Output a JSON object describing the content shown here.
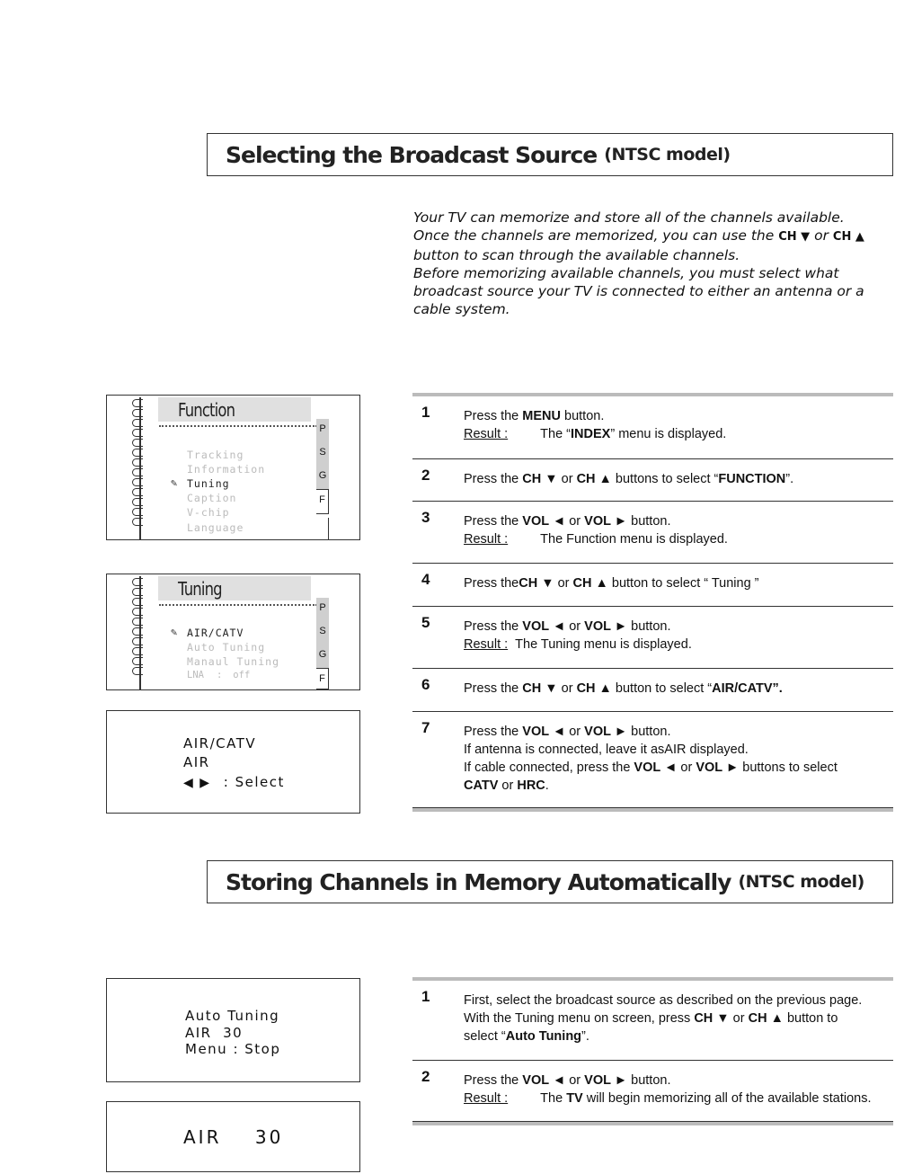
{
  "section1": {
    "title": "Selecting the Broadcast Source",
    "title_suffix": "(NTSC model)"
  },
  "intro": {
    "line1": "Your TV can memorize and store all of the channels available.",
    "line2a": "Once the channels are memorized, you can use the",
    "ch_down": "CH ▼",
    "or": "or",
    "ch_up": "CH ▲",
    "line3": "button to scan through the available channels.",
    "line4": "Before memorizing available channels, you must select what",
    "line5": "broadcast source your TV is connected to either an antenna or a",
    "line6": "cable system."
  },
  "steps1": [
    {
      "num": "1",
      "a": "Press the ",
      "b": "MENU",
      "c": " button.",
      "result_label": "Result :",
      "result_a": "The “",
      "result_b": "INDEX",
      "result_c": "” menu is displayed."
    },
    {
      "num": "2",
      "a": "Press the ",
      "b": "CH ▼",
      "c": " or ",
      "d": "CH ▲",
      "e": " buttons to select “",
      "f": "FUNCTION",
      "g": "”."
    },
    {
      "num": "3",
      "a": "Press the ",
      "b": "VOL ◄",
      "c": " or ",
      "d": "VOL ►",
      "e": " button.",
      "result_label": "Result :",
      "result_text": "The Function menu is displayed."
    },
    {
      "num": "4",
      "a": "Press the",
      "b": "CH ▼",
      "c": " or ",
      "d": "CH ▲",
      "e": " button to select “ Tuning ”"
    },
    {
      "num": "5",
      "a": "Press the ",
      "b": "VOL ◄",
      "c": " or ",
      "d": "VOL ►",
      "e": " button.",
      "result_label": "Result :",
      "result_text": "The Tuning menu is displayed."
    },
    {
      "num": "6",
      "a": "Press the ",
      "b": "CH ▼",
      "c": " or ",
      "d": "CH ▲",
      "e": " button to select “",
      "f": "AIR/CATV",
      "g": "”."
    },
    {
      "num": "7",
      "a": "Press the ",
      "b": "VOL ◄",
      "c": " or ",
      "d": "VOL ►",
      "e": " button.",
      "line2a": "If antenna is connected, leave it as",
      "line2b": "AIR displayed.",
      "line3a": "If cable connected, press the ",
      "line3b": "VOL ◄",
      "line3c": " or ",
      "line3d": "VOL ►",
      "line3e": " buttons to select",
      "line4a": "CATV",
      "line4b": " or ",
      "line4c": "HRC",
      "line4d": "."
    }
  ],
  "function_menu": {
    "header": "Function",
    "items": [
      "Tracking",
      "Information",
      "Tuning",
      "Caption",
      "V-chip",
      "Language"
    ],
    "tabs": [
      "P",
      "S",
      "G",
      "F"
    ]
  },
  "tuning_menu": {
    "header": "Tuning",
    "items": [
      "AIR/CATV",
      "Auto Tuning",
      "Manaul Tuning"
    ],
    "lna_label": "LNA",
    "lna_sep": ":",
    "lna_value": "off",
    "tabs": [
      "P",
      "S",
      "G",
      "F"
    ]
  },
  "aircatv_osd": {
    "line1": "AIR/CATV",
    "line2": "AIR",
    "arrows": "◀ ▶",
    "select": ": Select"
  },
  "section2": {
    "title": "Storing Channels in Memory Automatically",
    "title_suffix": "(NTSC model)"
  },
  "steps2": [
    {
      "num": "1",
      "line1": "First, select the broadcast source as described on the previous page.",
      "line2a": "With the Tuning menu on screen, press ",
      "line2b": "CH ▼",
      "line2c": " or ",
      "line2d": "CH ▲",
      "line2e": " button to",
      "line3a": "select “",
      "line3b": "Auto Tuning",
      "line3c": "”."
    },
    {
      "num": "2",
      "a": "Press the ",
      "b": "VOL ◄",
      "c": " or ",
      "d": "VOL ►",
      "e": " button.",
      "result_label": "Result :",
      "result_a": "The ",
      "result_b": "TV",
      "result_c": " will begin memorizing all of the available stations."
    }
  ],
  "autotune_osd": {
    "line1": "Auto Tuning",
    "line2": "AIR  30",
    "line3": "Menu : Stop"
  },
  "air30_osd": {
    "text": "AIR    30"
  }
}
